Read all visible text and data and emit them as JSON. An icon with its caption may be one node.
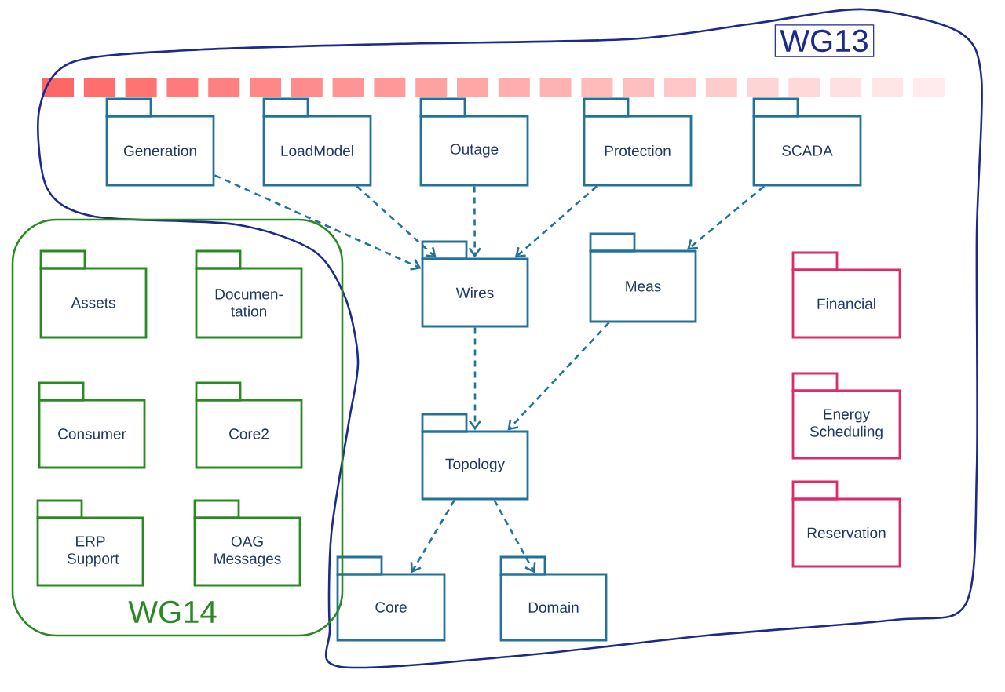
{
  "diagram": {
    "nodes": [
      {
        "text": [
          "WG13"
        ]
      },
      {
        "text": [
          "Generation"
        ],
        "in": 0
      },
      {
        "text": [
          "LoadModel"
        ],
        "in": 0
      },
      {
        "text": [
          "Outage"
        ],
        "in": 0
      },
      {
        "text": [
          "Protection"
        ],
        "in": 0
      },
      {
        "text": [
          "SCADA"
        ],
        "in": 0
      },
      {
        "text": [
          "Wires"
        ],
        "in": 0
      },
      {
        "text": [
          "Meas"
        ],
        "in": 0
      },
      {
        "text": [
          "Topology"
        ],
        "in": 0
      },
      {
        "text": [
          "Core"
        ],
        "in": 0
      },
      {
        "text": [
          "Domain"
        ],
        "in": 0
      },
      {
        "text": [
          "WG14"
        ]
      },
      {
        "text": [
          "Assets"
        ],
        "in": 11
      },
      {
        "text": [
          "Documen-tation"
        ],
        "in": 11
      },
      {
        "text": [
          "Consumer"
        ],
        "in": 11
      },
      {
        "text": [
          "Core2"
        ],
        "in": 11
      },
      {
        "text": [
          "ERP Support"
        ],
        "in": 11
      },
      {
        "text": [
          "OAG Messages"
        ],
        "in": 11
      },
      {
        "text": [
          "Financial"
        ],
        "in": 0
      },
      {
        "text": [
          "Energy Scheduling"
        ],
        "in": 0
      },
      {
        "text": [
          "Reservation"
        ],
        "in": 0
      }
    ],
    "edges": [
      {
        "from": 1,
        "to": 6,
        "arrow": "to",
        "style": "dashed"
      },
      {
        "from": 2,
        "to": 6,
        "arrow": "to",
        "style": "dashed"
      },
      {
        "from": 3,
        "to": 6,
        "arrow": "to",
        "style": "dashed"
      },
      {
        "from": 4,
        "to": 6,
        "arrow": "to",
        "style": "dashed"
      },
      {
        "from": 5,
        "to": 7,
        "arrow": "to",
        "style": "dashed"
      },
      {
        "from": 6,
        "to": 8,
        "arrow": "to",
        "style": "dashed"
      },
      {
        "from": 7,
        "to": 8,
        "arrow": "to",
        "style": "dashed"
      },
      {
        "from": 8,
        "to": 9,
        "arrow": "to",
        "style": "dashed"
      },
      {
        "from": 8,
        "to": 10,
        "arrow": "to",
        "style": "dashed"
      }
    ]
  }
}
